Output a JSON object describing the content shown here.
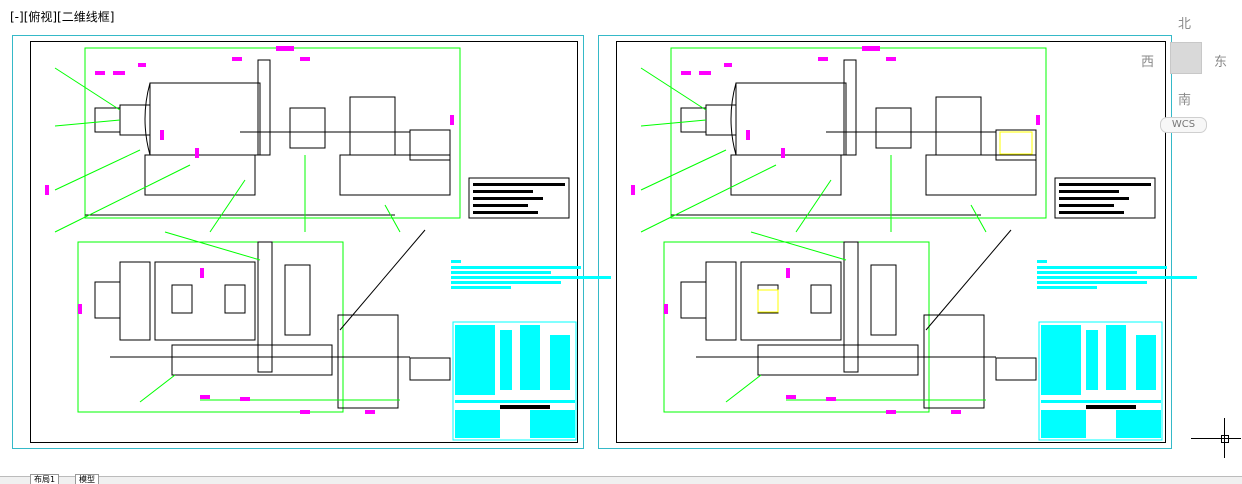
{
  "viewport": {
    "label": "[-][俯视][二维线框]"
  },
  "viewcube": {
    "north": "北",
    "south": "南",
    "east": "东",
    "west": "西",
    "wcs": "WCS"
  },
  "tabs": {
    "layout1": "布局1",
    "model": "模型"
  },
  "drawings": [
    {
      "name": "left-sheet"
    },
    {
      "name": "right-sheet"
    }
  ],
  "colors": {
    "frame": "#35b9c8",
    "lines": "#00ff00",
    "outline": "#000000",
    "table": "#00ffff",
    "dim": "#ff00ff",
    "highlight": "#ffff00"
  }
}
